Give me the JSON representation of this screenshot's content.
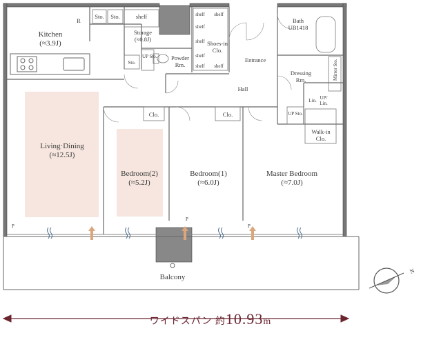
{
  "rooms": {
    "kitchen": {
      "name": "Kitchen",
      "size": "(≈3.9J)"
    },
    "living": {
      "name": "Living·Dining",
      "size": "(≈12.5J)"
    },
    "bedroom2": {
      "name": "Bedroom(2)",
      "size": "(≈5.2J)"
    },
    "bedroom1": {
      "name": "Bedroom(1)",
      "size": "(≈6.0J)"
    },
    "master": {
      "name": "Master Bedroom",
      "size": "(≈7.0J)"
    },
    "storage": {
      "name": "Storage",
      "size": "(≈0.8J)"
    },
    "powder": {
      "name": "Powder",
      "sub": "Rm."
    },
    "shoes": {
      "name": "Shoes-in",
      "sub": "Clo."
    },
    "entrance": {
      "name": "Entrance"
    },
    "hall": {
      "name": "Hall"
    },
    "bath": {
      "name": "Bath",
      "sub": "UB1418"
    },
    "dressing": {
      "name": "Dressing",
      "sub": "Rm."
    },
    "walkin": {
      "name": "Walk-in",
      "sub": "Clo."
    },
    "balcony": {
      "name": "Balcony"
    }
  },
  "small_labels": {
    "sto": "Sto.",
    "shelf": "shelf",
    "clo": "Clo.",
    "up_sto": "UP Sto.",
    "up": "UP",
    "lin": "Lin.",
    "up_lin": "UP/ Lin.",
    "mirror_sto": "Mirror Sto.",
    "p": "P",
    "r": "R"
  },
  "compass": {
    "north_label": "N"
  },
  "width_caption": {
    "label": "ワイドスパン 約",
    "value": "10.93",
    "unit": "m"
  },
  "colors": {
    "wall": "#555555",
    "accent": "#6b2530",
    "highlight": "#f6e6df",
    "arrow": "#d9a77b"
  }
}
